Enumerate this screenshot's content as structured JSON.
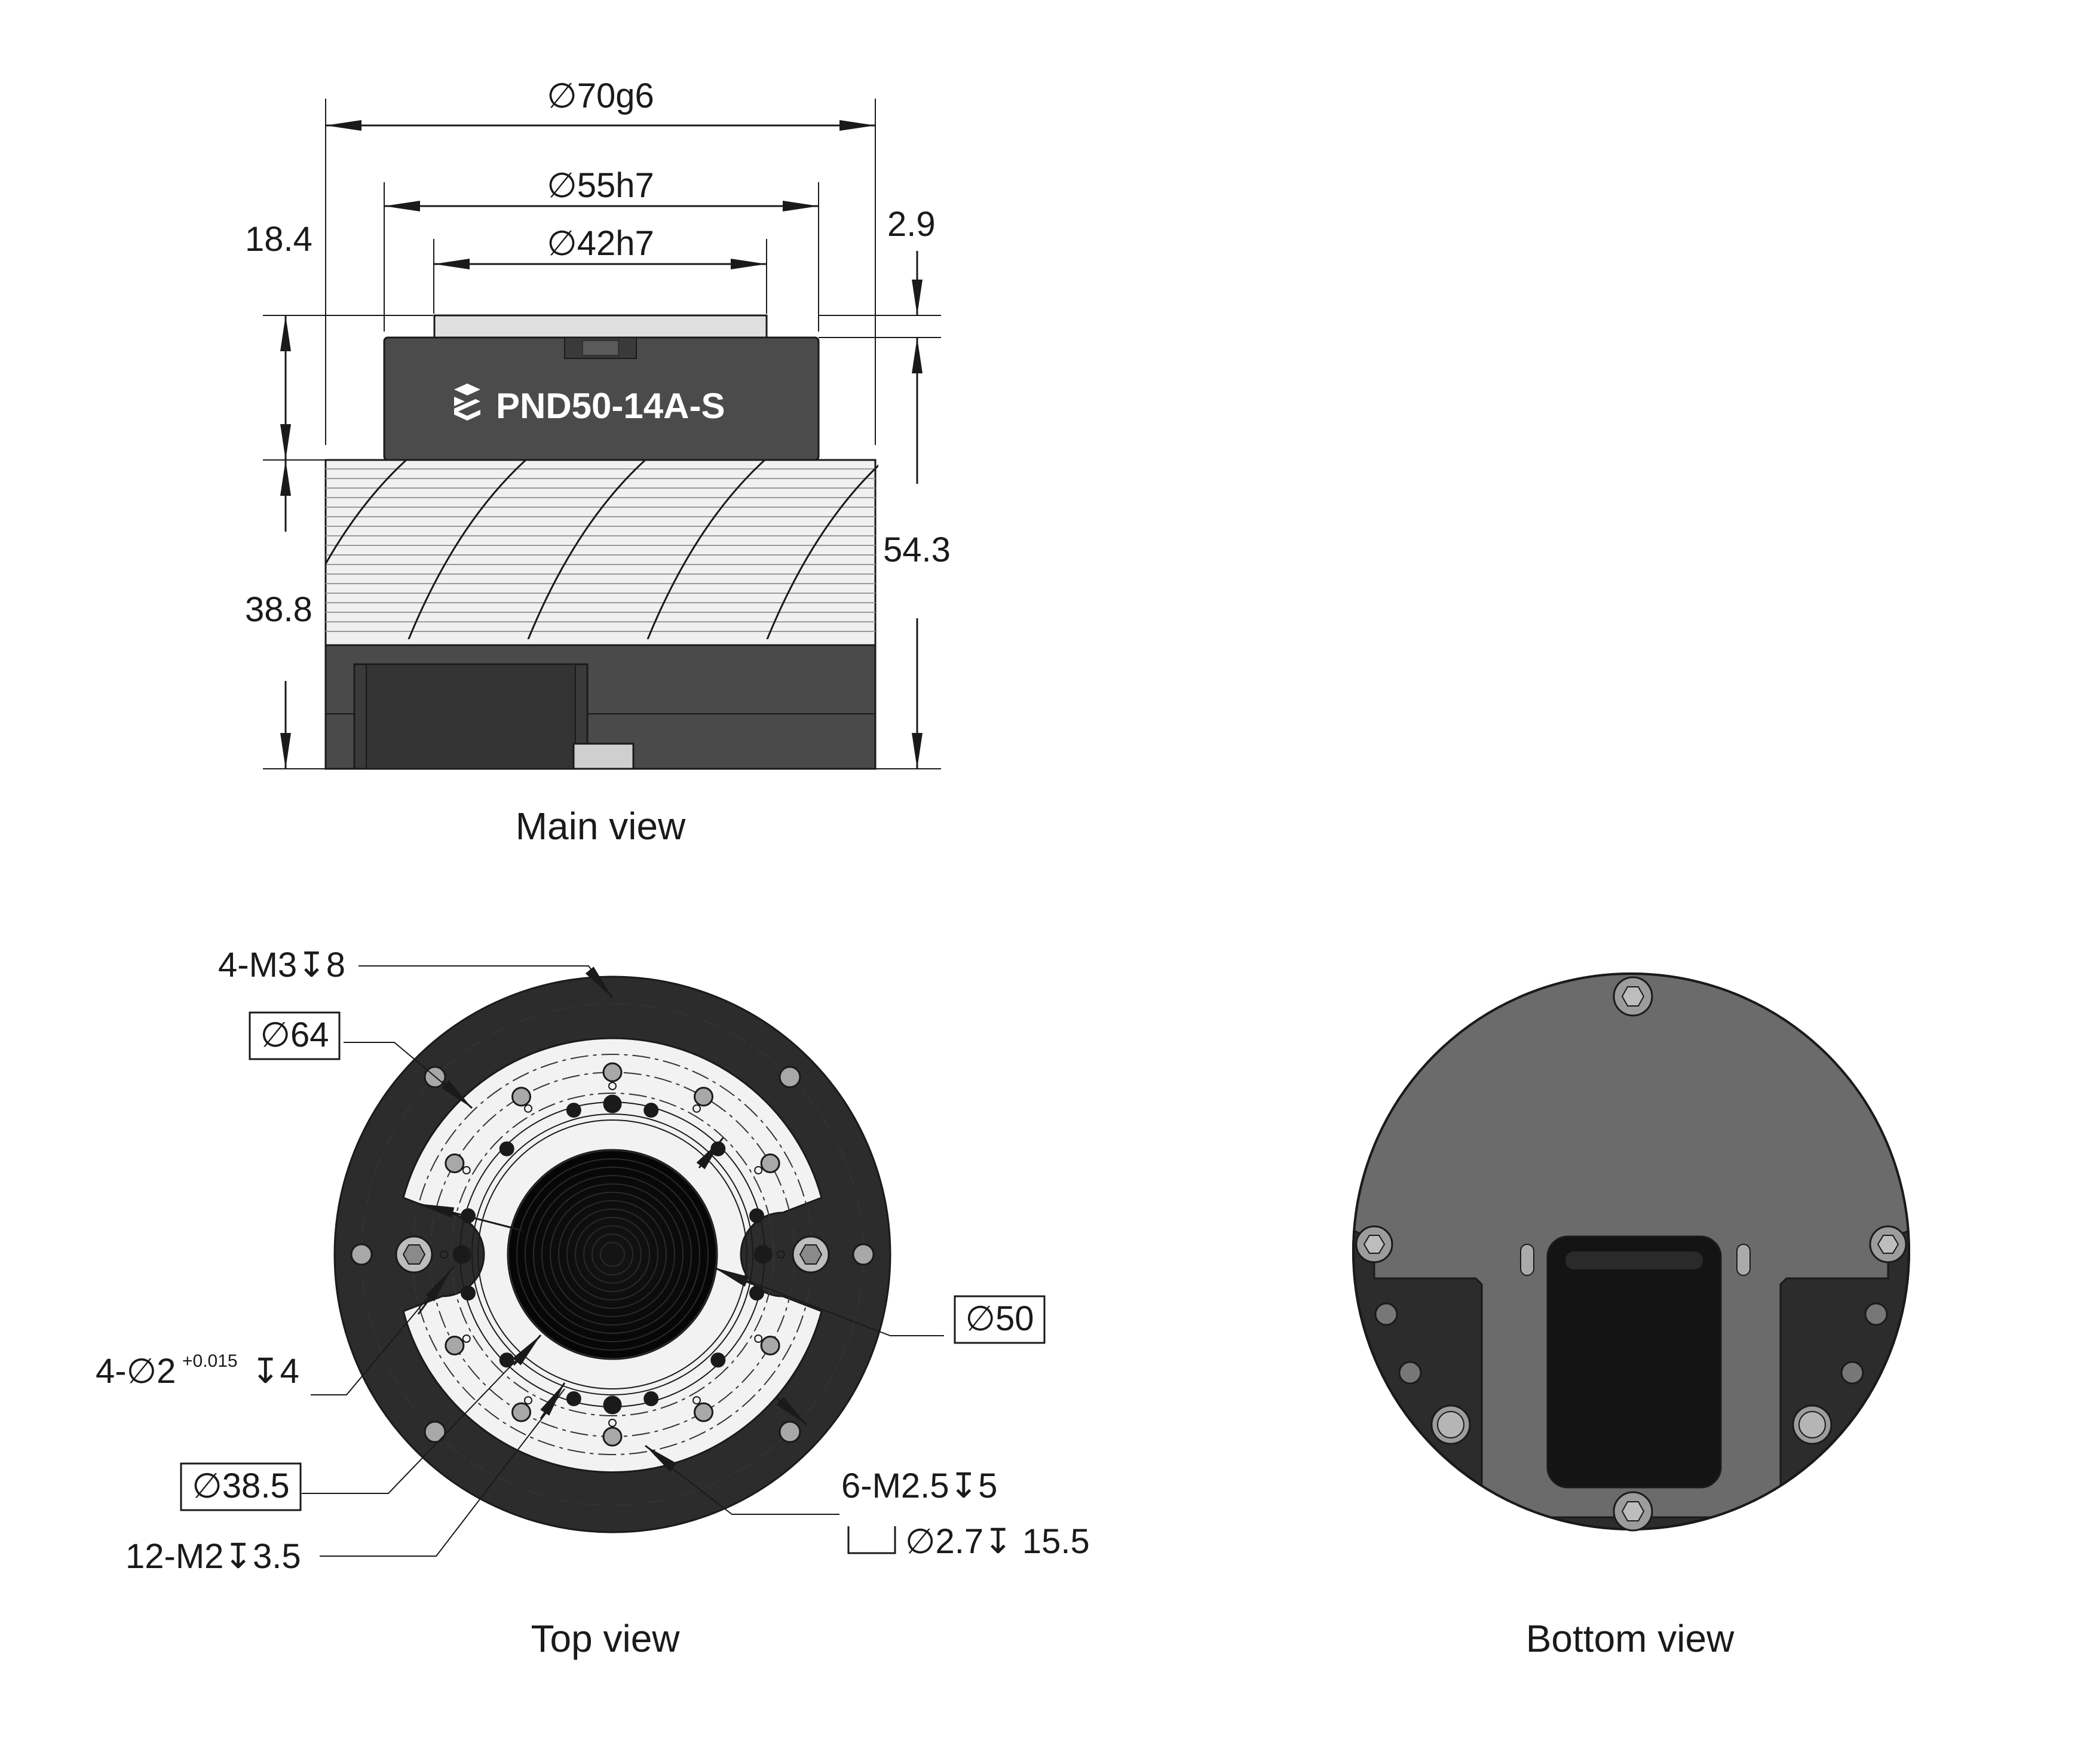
{
  "main_view": {
    "caption": "Main view",
    "model_label": "PND50-14A-S",
    "dims": {
      "d70": "∅70g6",
      "d55": "∅55h7",
      "d42": "∅42h7",
      "h18_4": "18.4",
      "h2_9": "2.9",
      "h54_3": "54.3",
      "h38_8": "38.8"
    }
  },
  "top_view": {
    "caption": "Top view",
    "callouts": {
      "m3": "4-M3↧8",
      "d64": "∅64",
      "pin_main": "4-∅2",
      "pin_tol": "+0.015",
      "pin_depth": "↧4",
      "d38_5": "∅38.5",
      "m2": "12-M2↧3.5",
      "d50": "∅50",
      "m25": "6-M2.5↧5",
      "cbore": "∅2.7↧ 15.5"
    }
  },
  "bottom_view": {
    "caption": "Bottom view"
  },
  "colors": {
    "body_dark": "#3a3a3a",
    "label_block": "#4b4b4b",
    "housing_light": "#f0f0f0",
    "bottom_gray": "#6b6b6b",
    "ring_dark": "#2c2c2c"
  },
  "icons": [
    "logo-icon",
    "hex-socket-screw-icon",
    "depth-symbol-icon",
    "counterbore-symbol-icon"
  ]
}
